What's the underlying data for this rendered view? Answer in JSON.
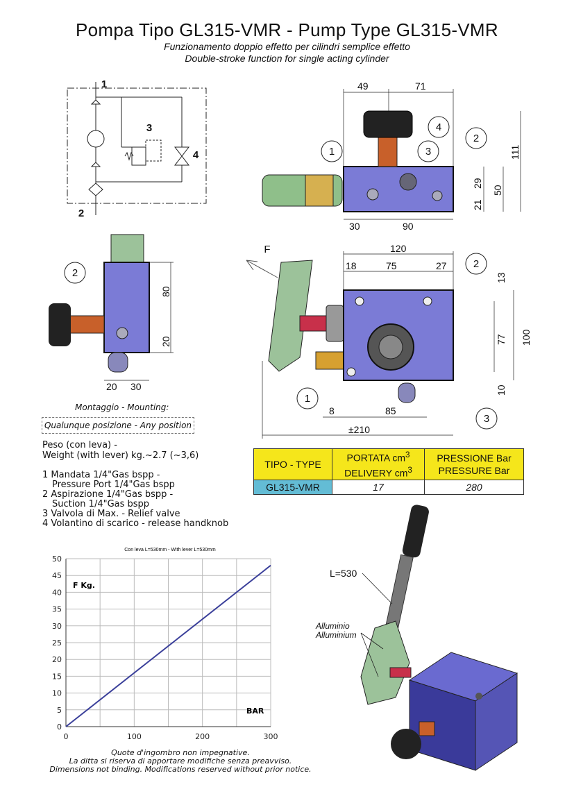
{
  "header": {
    "title": "Pompa Tipo GL315-VMR - Pump Type GL315-VMR",
    "subtitle_it": "Funzionamento doppio effetto per cilindri semplice effetto",
    "subtitle_en": "Double-stroke function for single acting cylinder"
  },
  "schematic": {
    "port_1": "1",
    "port_2": "2",
    "item_3": "3",
    "item_4": "4"
  },
  "top_view": {
    "dims": {
      "a": "49",
      "b": "71",
      "height_total": "111",
      "height_block": "50",
      "upper": "29",
      "lower": "21",
      "left": "30",
      "right": "90"
    },
    "callouts": [
      "1",
      "3",
      "2",
      "4"
    ]
  },
  "side_view": {
    "dims": {
      "h1": "80",
      "h2": "20",
      "w1": "20",
      "w2": "30"
    },
    "callout": "2"
  },
  "front_view": {
    "force_label": "F",
    "dims": {
      "width": "120",
      "left": "18",
      "mid": "75",
      "right": "27",
      "top": "13",
      "mid_v": "77",
      "height": "100",
      "bottom": "10",
      "offset": "8",
      "span": "85",
      "overall": "±210"
    },
    "callouts": [
      "1",
      "2",
      "3"
    ]
  },
  "mounting": {
    "label": "Montaggio - Mounting:",
    "value": "Qualunque posizione - Any position"
  },
  "weight": {
    "line1": "Peso (con leva) -",
    "line2": "Weight (with lever) kg.~2.7 (~3,6)"
  },
  "ports": [
    {
      "line1": "1 Mandata 1/4\"Gas bspp -",
      "line2": "Pressure Port 1/4\"Gas bspp"
    },
    {
      "line1": "2 Aspirazione 1/4\"Gas bspp -",
      "line2": "Suction 1/4\"Gas bspp"
    },
    {
      "line1": "3 Valvola di Max. - Relief valve",
      "line2": ""
    },
    {
      "line1": "4 Volantino di scarico - release handknob",
      "line2": ""
    }
  ],
  "spec_table": {
    "headers": {
      "type": "TIPO - TYPE",
      "delivery_it": "PORTATA cm",
      "delivery_en": "DELIVERY cm",
      "sup": "3",
      "pressure_it": "PRESSIONE Bar",
      "pressure_en": "PRESSURE Bar"
    },
    "row": {
      "type": "GL315-VMR",
      "delivery": "17",
      "pressure": "280"
    },
    "colors": {
      "header": "#f5e61b",
      "type_cell": "#63bcd5"
    }
  },
  "iso_view": {
    "lever_length": "L=530",
    "material_it": "Alluminio",
    "material_en": "Alluminium"
  },
  "chart_data": {
    "type": "line",
    "title": "Con leva L=530mm - With lever L=530mm",
    "ylabel": "F Kg.",
    "xlabel": "BAR",
    "xlim": [
      0,
      300
    ],
    "ylim": [
      0,
      50
    ],
    "xticks": [
      0,
      100,
      200,
      300
    ],
    "yticks": [
      0,
      5,
      10,
      15,
      20,
      25,
      30,
      35,
      40,
      45,
      50
    ],
    "xgrid_step": 50,
    "grid": true,
    "series": [
      {
        "name": "F",
        "x": [
          0,
          300
        ],
        "y": [
          0,
          48
        ],
        "color": "#3a3f9a"
      }
    ]
  },
  "disclaimer": {
    "line1": "Quote d'ingombro non impegnative.",
    "line2": "La ditta si riserva di apportare modifiche senza preavviso.",
    "line3": "Dimensions not binding. Modifications reserved without prior notice."
  }
}
